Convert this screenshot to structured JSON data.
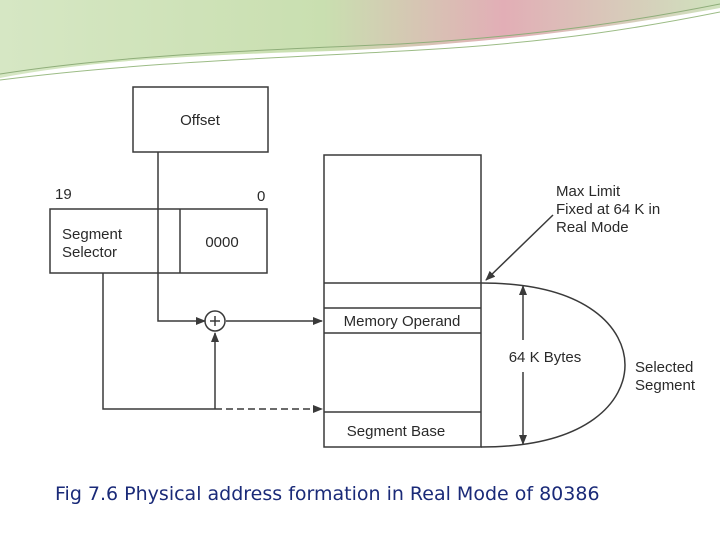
{
  "diagram": {
    "offset_label": "Offset",
    "bit_high": "19",
    "bit_low": "0",
    "segment_selector_line1": "Segment",
    "segment_selector_line2": "Selector",
    "zeros": "0000",
    "adder_symbol": "+",
    "memory_operand": "Memory Operand",
    "segment_base": "Segment Base",
    "size_label": "64 K Bytes",
    "max_limit_line1": "Max Limit",
    "max_limit_line2": "Fixed at 64 K in",
    "max_limit_line3": "Real Mode",
    "selected_segment_line1": "Selected",
    "selected_segment_line2": "Segment"
  },
  "caption": "Fig 7.6 Physical address formation in Real Mode of 80386",
  "colors": {
    "banner_green": "#c9dfb0",
    "banner_pink": "#e2aeb6",
    "caption_blue": "#1a2a78",
    "line": "#3a3a3a"
  }
}
